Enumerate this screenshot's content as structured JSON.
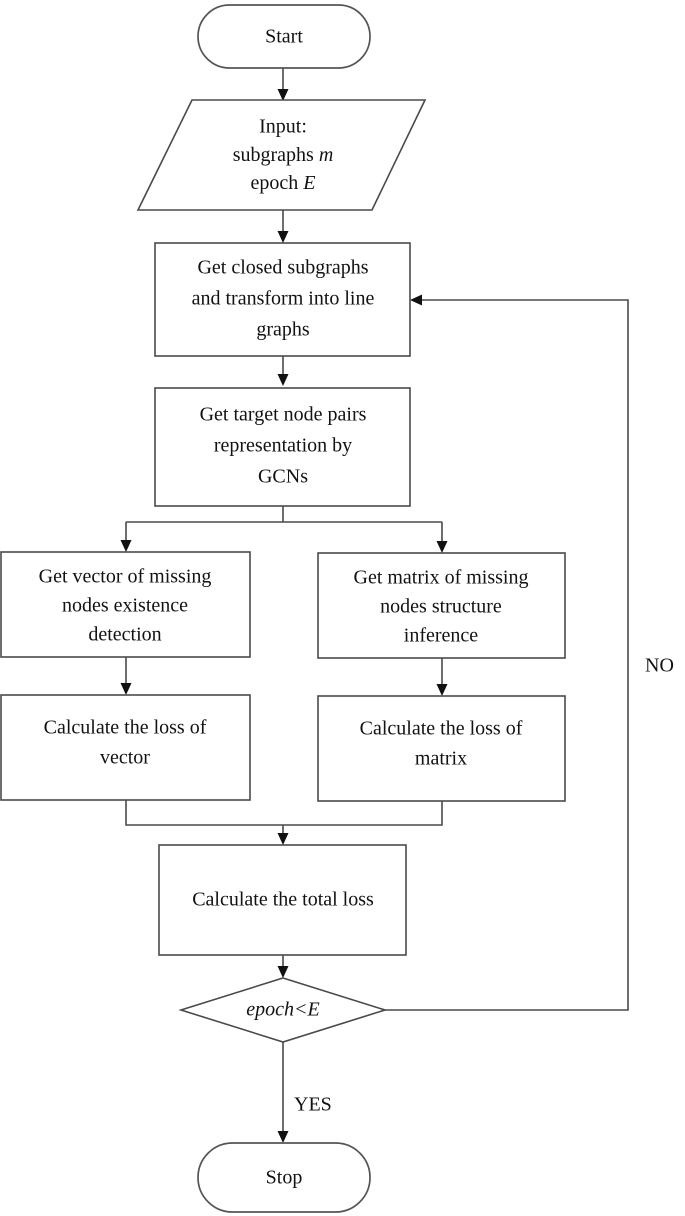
{
  "diagram": {
    "title": "Flowchart",
    "type": "flowchart",
    "background": "#ffffff",
    "stroke_color": "#4a4a4a",
    "text_color": "#121212",
    "nodes": {
      "start": {
        "shape": "terminator",
        "label": "Start"
      },
      "input": {
        "shape": "parallelogram",
        "line1": "Input:",
        "line2_pre": "subgraphs ",
        "line2_italic": "m",
        "line3_pre": "epoch ",
        "line3_italic": "E"
      },
      "closed_subgraphs": {
        "shape": "process",
        "line1": "Get closed subgraphs",
        "line2": "and transform into line",
        "line3": "graphs"
      },
      "gcn": {
        "shape": "process",
        "line1": "Get target node pairs",
        "line2": "representation by",
        "line3": "GCNs"
      },
      "vector_detect": {
        "shape": "process",
        "line1": "Get vector of missing",
        "line2": "nodes existence",
        "line3": "detection"
      },
      "matrix_infer": {
        "shape": "process",
        "line1": "Get matrix of missing",
        "line2": "nodes structure",
        "line3": "inference"
      },
      "loss_vector": {
        "shape": "process",
        "line1": "Calculate the loss of",
        "line2": "vector"
      },
      "loss_matrix": {
        "shape": "process",
        "line1": "Calculate the loss of",
        "line2": "matrix"
      },
      "total_loss": {
        "shape": "process",
        "line1": "Calculate the total loss"
      },
      "decision": {
        "shape": "diamond",
        "label_italic": "epoch<E"
      },
      "stop": {
        "shape": "terminator",
        "label": "Stop"
      }
    },
    "edge_labels": {
      "no": "NO",
      "yes": "YES"
    },
    "edges": [
      {
        "from": "start",
        "to": "input",
        "label": ""
      },
      {
        "from": "input",
        "to": "closed_subgraphs",
        "label": ""
      },
      {
        "from": "closed_subgraphs",
        "to": "gcn",
        "label": ""
      },
      {
        "from": "gcn",
        "to": "vector_detect",
        "label": ""
      },
      {
        "from": "gcn",
        "to": "matrix_infer",
        "label": ""
      },
      {
        "from": "vector_detect",
        "to": "loss_vector",
        "label": ""
      },
      {
        "from": "matrix_infer",
        "to": "loss_matrix",
        "label": ""
      },
      {
        "from": "loss_vector",
        "to": "total_loss",
        "label": ""
      },
      {
        "from": "loss_matrix",
        "to": "total_loss",
        "label": ""
      },
      {
        "from": "total_loss",
        "to": "decision",
        "label": ""
      },
      {
        "from": "decision",
        "to": "stop",
        "label": "YES"
      },
      {
        "from": "decision",
        "to": "closed_subgraphs",
        "label": "NO"
      }
    ]
  }
}
